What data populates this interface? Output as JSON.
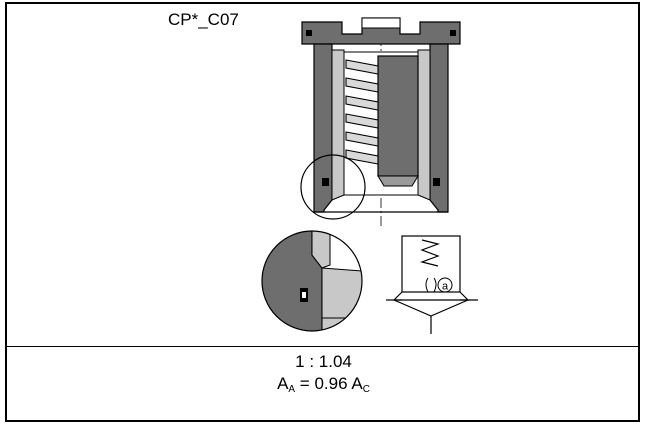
{
  "part_code": "CP*_C07",
  "ratio_text": "1 : 1.04",
  "area_formula": {
    "lhs_symbol": "A",
    "lhs_sub": "A",
    "equals": " = ",
    "coefficient": "0.96",
    "rhs_symbol": "A",
    "rhs_sub": "C"
  },
  "symbol_label": "a",
  "colors": {
    "line": "#000000",
    "body_dark": "#6e6e6e",
    "body_mid": "#9a9a9a",
    "body_light": "#c8c8c8",
    "spring_fill": "#d9d9d9",
    "background": "#ffffff"
  }
}
